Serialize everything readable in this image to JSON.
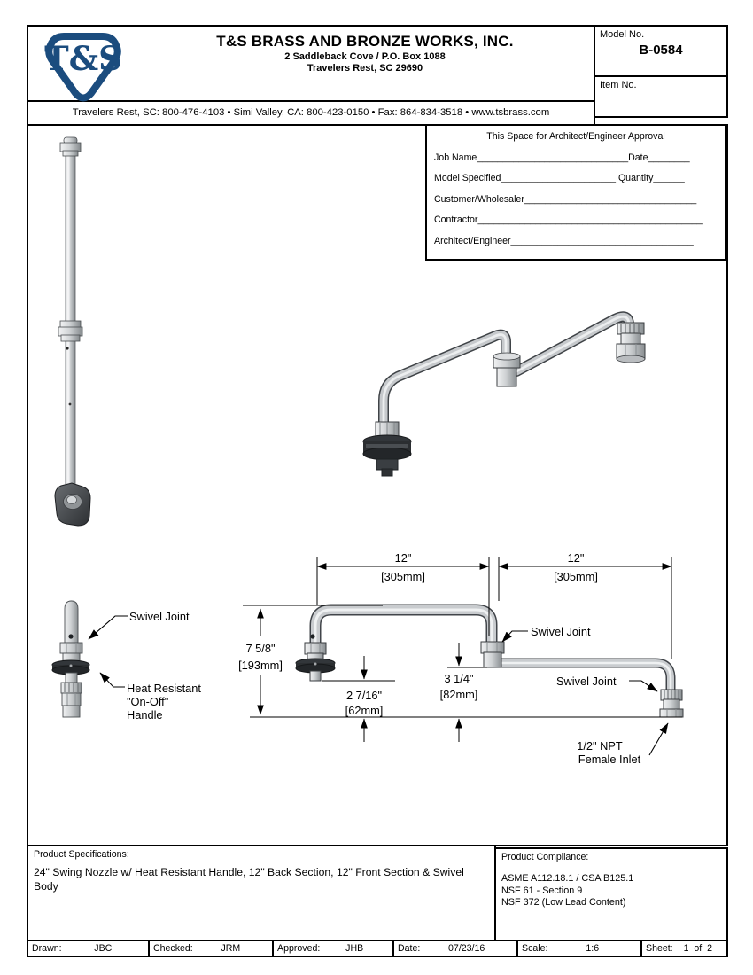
{
  "colors": {
    "brand_navy": "#1b4c7e",
    "line_black": "#000000",
    "metal_light": "#eff1f2",
    "metal_mid": "#c9cccf",
    "metal_dark": "#41454a",
    "handle_dark": "#2b2e31"
  },
  "header": {
    "logo_text": "T&S",
    "company": "T&S BRASS AND BRONZE WORKS, INC.",
    "address_line1": "2 Saddleback Cove / P.O. Box 1088",
    "address_line2": "Travelers Rest, SC  29690",
    "contact_line": "Travelers Rest, SC: 800-476-4103 • Simi Valley, CA: 800-423-0150 • Fax: 864-834-3518 • www.tsbrass.com",
    "model_label": "Model No.",
    "model_value": "B-0584",
    "item_label": "Item No."
  },
  "approval": {
    "title": "This Space for Architect/Engineer Approval",
    "rows": [
      "Job Name_____________________________Date________",
      "Model Specified______________________ Quantity______",
      "Customer/Wholesaler_________________________________",
      "Contractor___________________________________________",
      "Architect/Engineer___________________________________"
    ]
  },
  "detail_view": {
    "label_swivel": "Swivel Joint",
    "label_handle_1": "Heat Resistant",
    "label_handle_2": "\"On-Off\"",
    "label_handle_3": "Handle"
  },
  "front_view": {
    "dim_back_in": "12\"",
    "dim_back_mm": "[305mm]",
    "dim_front_in": "12\"",
    "dim_front_mm": "[305mm]",
    "dim_height_in": "7 5/8\"",
    "dim_height_mm": "[193mm]",
    "dim_outlet_in": "2 7/16\"",
    "dim_outlet_mm": "[62mm]",
    "dim_drop_in": "3 1/4\"",
    "dim_drop_mm": "[82mm]",
    "label_swivel_mid": "Swivel Joint",
    "label_swivel_right": "Swivel Joint",
    "label_inlet_1": "1/2\" NPT",
    "label_inlet_2": "Female Inlet"
  },
  "specs": {
    "label": "Product Specifications:",
    "text": "24\" Swing Nozzle w/ Heat Resistant Handle, 12\" Back Section, 12\" Front Section & Swivel Body"
  },
  "compliance": {
    "label": "Product Compliance:",
    "items": [
      "ASME A112.18.1 / CSA B125.1",
      "NSF 61 - Section 9",
      "NSF 372 (Low Lead Content)"
    ]
  },
  "footer": {
    "drawn_label": "Drawn:",
    "drawn_value": "JBC",
    "checked_label": "Checked:",
    "checked_value": "JRM",
    "approved_label": "Approved:",
    "approved_value": "JHB",
    "date_label": "Date:",
    "date_value": "07/23/16",
    "scale_label": "Scale:",
    "scale_value": "1:6",
    "sheet_label": "Sheet:",
    "sheet_value": "1  of  2"
  }
}
